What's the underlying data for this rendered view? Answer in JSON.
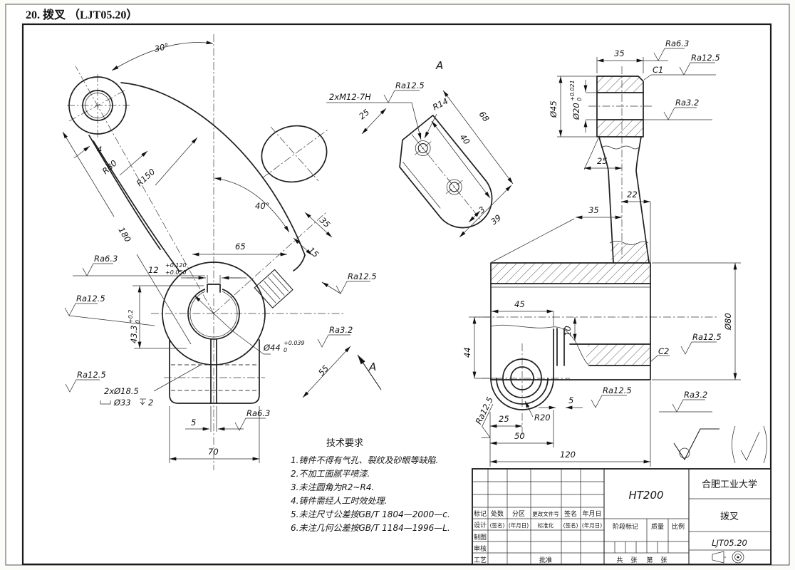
{
  "page": {
    "title": "20. 拨叉 （LJT05.20）"
  },
  "symbols": {
    "ra63": "Ra6.3",
    "ra125": "Ra12.5",
    "ra32": "Ra3.2"
  },
  "front": {
    "angle30": "30°",
    "step4": "4",
    "r80": "R80",
    "r150": "R150",
    "len180": "180",
    "angle40": "40°",
    "d65": "65",
    "key12": "12",
    "key12_hi": "+0.120",
    "key12_lo": "+0.050",
    "key433": "43.3",
    "key433_hi": "+0.2",
    "key433_lo": "0",
    "bore44": "Ø44",
    "bore44_hi": "+0.039",
    "bore44_lo": "0",
    "d55": "55",
    "view_label": "A",
    "boss35": "35",
    "boss15": "15",
    "holes": "2xØ18.5",
    "cbore_dia": "Ø33",
    "cbore_depth": "2",
    "slot5": "5",
    "w70": "70"
  },
  "aview": {
    "label": "A",
    "thread": "2xM12-7H",
    "d25": "25",
    "r14": "R14",
    "d68": "68",
    "d40": "40",
    "d3": "3",
    "d39": "39"
  },
  "side": {
    "w35": "35",
    "c1": "C1",
    "dia45": "Ø45",
    "dia20": "Ø20",
    "dia20_hi": "+0.021",
    "dia20_lo": "0",
    "d25": "25",
    "d22": "22",
    "d35": "35",
    "dia80": "Ø80",
    "c2": "C2",
    "d45": "45",
    "d10": "10",
    "d44": "44",
    "d25b": "25",
    "r20": "R20",
    "d50": "50",
    "d5": "5",
    "d120": "120"
  },
  "tech": {
    "title": "技术要求",
    "items": [
      "1.铸件不得有气孔、裂纹及砂眼等缺陷.",
      "2.不加工面腻平喷漆.",
      "3.未注圆角为R2~R4.",
      "4.铸件需经人工时效处理.",
      "5.未注尺寸公差按GB/T 1804—2000—c.",
      "6.未注几何公差按GB/T 1184—1996—L."
    ]
  },
  "tb": {
    "h_biaoji": "标记",
    "h_chushu": "处数",
    "h_fenqu": "分区",
    "h_wenjian": "更改文件号",
    "h_qianming": "签名",
    "h_riqi": "年月日",
    "sheji": "设计",
    "qm2": "(签名)",
    "rq2": "(年月日)",
    "biaozhunhua": "标准化",
    "qm3": "(签名)",
    "rq3": "(年月日)",
    "zhitu": "制图",
    "shenhe": "审核",
    "gongyi": "工艺",
    "pizhun": "批准",
    "material": "HT200",
    "jieduan": "阶段标记",
    "zhiliang": "质量",
    "bili": "比例",
    "gong": "共",
    "zhang1": "张",
    "di": "第",
    "zhang2": "张",
    "school": "合肥工业大学",
    "part": "拨叉",
    "dwg": "LJT05.20"
  }
}
